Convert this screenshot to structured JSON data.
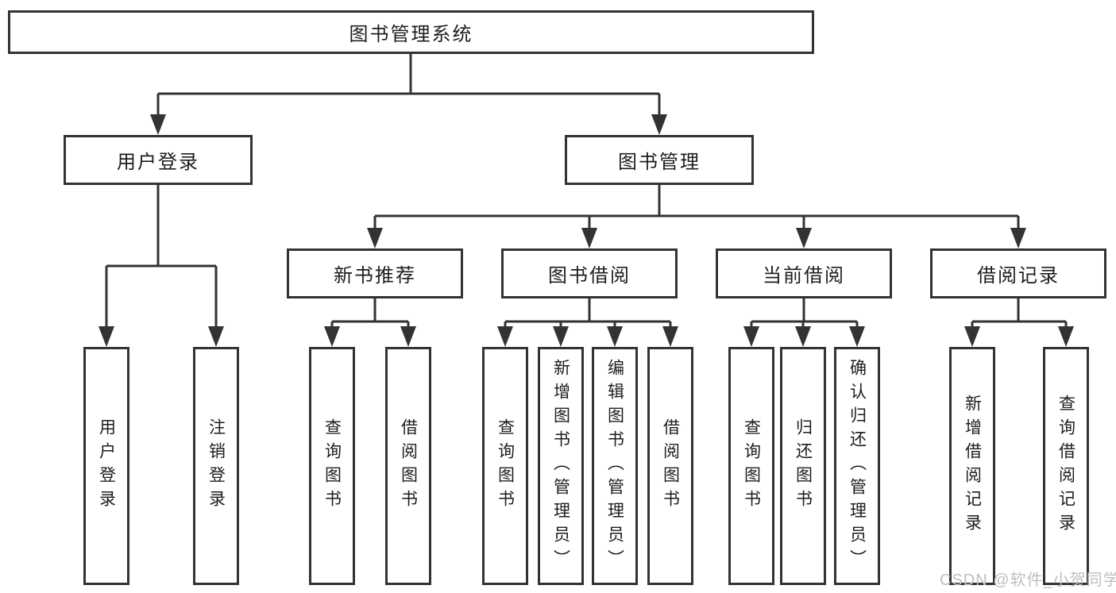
{
  "tree": {
    "root": {
      "label": "图书管理系统",
      "children": [
        {
          "label": "用户登录",
          "children": [
            {
              "label": "用户登录"
            },
            {
              "label": "注销登录"
            }
          ]
        },
        {
          "label": "图书管理",
          "children": [
            {
              "label": "新书推荐",
              "children": [
                {
                  "label": "查询图书"
                },
                {
                  "label": "借阅图书"
                }
              ]
            },
            {
              "label": "图书借阅",
              "children": [
                {
                  "label": "查询图书"
                },
                {
                  "label": "新增图书（管理员）"
                },
                {
                  "label": "编辑图书（管理员）"
                },
                {
                  "label": "借阅图书"
                }
              ]
            },
            {
              "label": "当前借阅",
              "children": [
                {
                  "label": "查询图书"
                },
                {
                  "label": "归还图书"
                },
                {
                  "label": "确认归还（管理员）"
                }
              ]
            },
            {
              "label": "借阅记录",
              "children": [
                {
                  "label": "新增借阅记录"
                },
                {
                  "label": "查询借阅记录"
                }
              ]
            }
          ]
        }
      ]
    }
  },
  "watermark": {
    "text": "CSDN @软件_小贺同学"
  },
  "colors": {
    "line": "#333333",
    "box_border": "#333333",
    "box_fill": "#ffffff",
    "text": "#1d1d1d",
    "background": "#ffffff",
    "watermark": "#bfbfbf"
  }
}
